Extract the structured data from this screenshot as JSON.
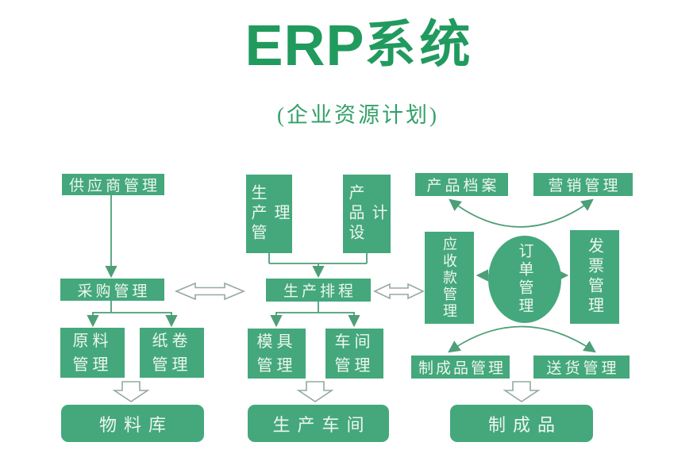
{
  "header": {
    "title_en": "ERP",
    "title_zh": "系统",
    "subtitle": "(企业资源计划)"
  },
  "colors": {
    "title_green": "#219a5e",
    "subtitle_green": "#34a068",
    "box_green": "#44a87c",
    "box_text": "#eef6ee",
    "arrow_green": "#4e9f78",
    "hollow_stroke": "#96aaa0"
  },
  "nodes": {
    "supplier": {
      "label": "供应商管理"
    },
    "purchase": {
      "label": "采购管理"
    },
    "raw_material": {
      "label": "原料管理"
    },
    "paper_roll": {
      "label": "纸卷管理"
    },
    "material_store": {
      "label": "物料库"
    },
    "production_mgmt": {
      "label": "生产管理"
    },
    "product_design": {
      "label": "产品设计"
    },
    "scheduling": {
      "label": "生产排程"
    },
    "mold": {
      "label": "模具管理"
    },
    "workshop_mgmt": {
      "label": "车间管理"
    },
    "production_workshop": {
      "label": "生产车间"
    },
    "product_archive": {
      "label": "产品档案"
    },
    "marketing": {
      "label": "营销管理"
    },
    "receivables": {
      "label": "应收款管理"
    },
    "order_mgmt": {
      "label": "订单管理"
    },
    "invoice": {
      "label": "发票管理"
    },
    "finished_goods_mgmt": {
      "label": "制成品管理"
    },
    "delivery": {
      "label": "送货管理"
    },
    "finished_goods": {
      "label": "制成品"
    }
  }
}
